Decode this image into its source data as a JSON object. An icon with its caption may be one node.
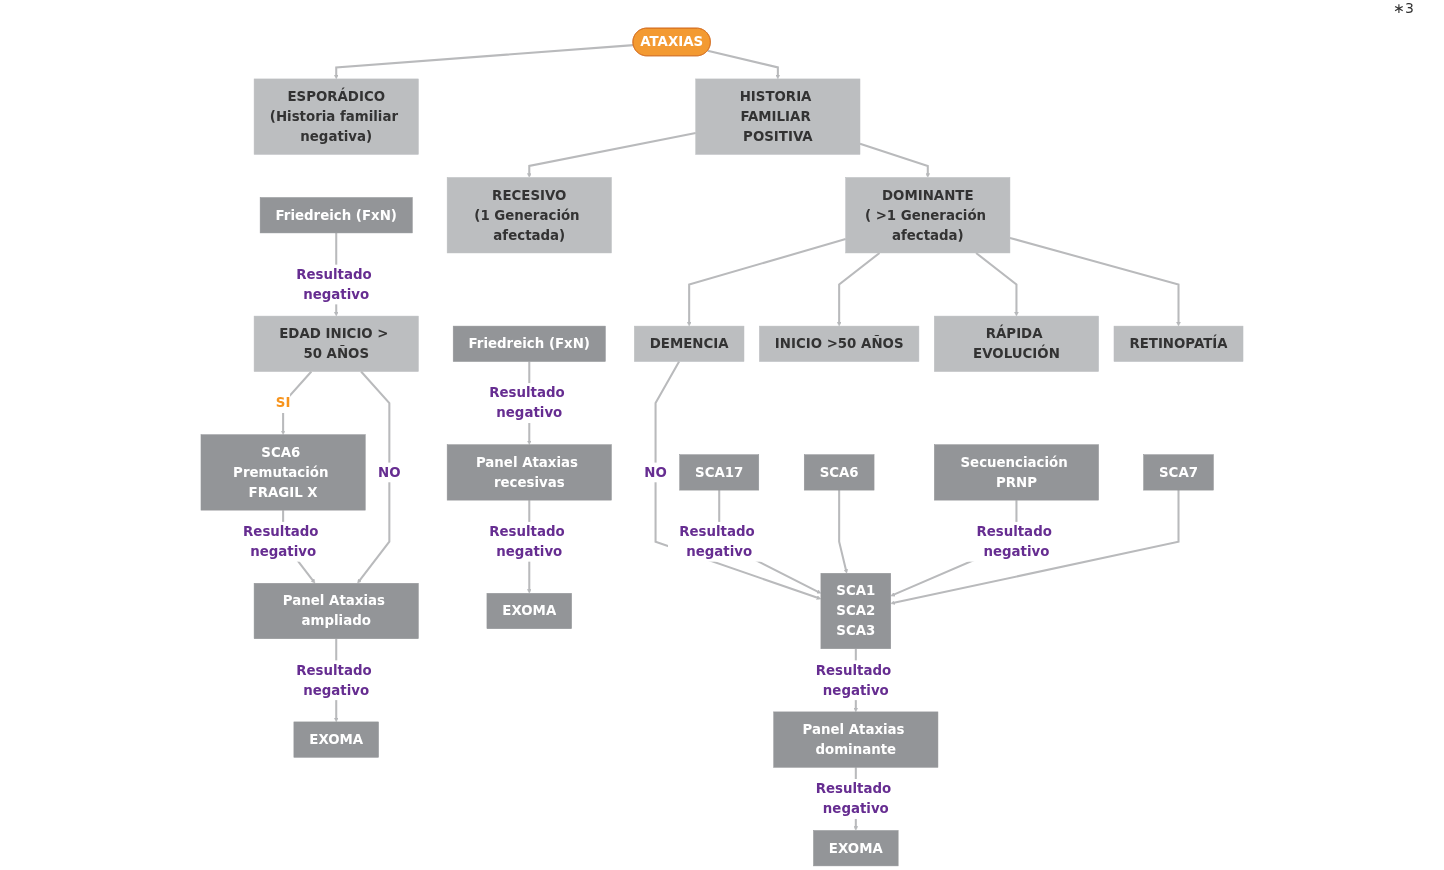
{
  "diagram": {
    "nodes": [
      {
        "text": [
          "ATAXIAS"
        ]
      },
      {
        "text": [
          "ESPORÁDICO",
          "(Historia familiar negativa)"
        ]
      },
      {
        "text": [
          "Friedreich (FxN)"
        ]
      },
      {
        "text": [
          "EDAD INICIO > 50 AÑOS"
        ]
      },
      {
        "text": [
          "SCA6 Premutación FRAGIL X"
        ]
      },
      {
        "text": [
          "Panel Ataxias ampliado"
        ]
      },
      {
        "text": [
          "EXOMA"
        ]
      },
      {
        "text": [
          "HISTORIA FAMILIAR POSITIVA"
        ]
      },
      {
        "text": [
          "RECESIVO",
          "(1 Generación afectada)"
        ]
      },
      {
        "text": [
          "Friedreich (FxN)"
        ]
      },
      {
        "text": [
          "Panel Ataxias recesivas"
        ]
      },
      {
        "text": [
          "EXOMA"
        ]
      },
      {
        "text": [
          "DOMINANTE",
          "( >1 Generación afectada)"
        ]
      },
      {
        "text": [
          "DEMENCIA"
        ]
      },
      {
        "text": [
          "INICIO >50 AÑOS"
        ]
      },
      {
        "text": [
          "RÁPIDA EVOLUCIÓN"
        ]
      },
      {
        "text": [
          "RETINOPATÍA"
        ]
      },
      {
        "text": [
          "SCA17"
        ]
      },
      {
        "text": [
          "SCA6"
        ]
      },
      {
        "text": [
          "Secuenciación PRNP"
        ]
      },
      {
        "text": [
          "SCA7"
        ]
      },
      {
        "text": [
          "SCA1",
          "SCA2",
          "SCA3"
        ]
      },
      {
        "text": [
          "Panel Ataxias dominante"
        ]
      },
      {
        "text": [
          "EXOMA"
        ]
      }
    ],
    "edges": [
      {
        "from": 0,
        "to": 1,
        "arrow": "to"
      },
      {
        "from": 0,
        "to": 7,
        "arrow": "to"
      },
      {
        "from": 2,
        "to": 3,
        "arrow": "to",
        "label": "Resultado negativo"
      },
      {
        "from": 3,
        "to": 4,
        "arrow": "to",
        "label": "SI"
      },
      {
        "from": 3,
        "to": 5,
        "arrow": "to",
        "label": "NO"
      },
      {
        "from": 4,
        "to": 5,
        "arrow": "to",
        "label": "Resultado negativo"
      },
      {
        "from": 5,
        "to": 6,
        "arrow": "to",
        "label": "Resultado negativo"
      },
      {
        "from": 7,
        "to": 8,
        "arrow": "to"
      },
      {
        "from": 7,
        "to": 12,
        "arrow": "to"
      },
      {
        "from": 9,
        "to": 10,
        "arrow": "to",
        "label": "Resultado negativo"
      },
      {
        "from": 10,
        "to": 11,
        "arrow": "to",
        "label": "Resultado negativo"
      },
      {
        "from": 12,
        "to": 13,
        "arrow": "to"
      },
      {
        "from": 12,
        "to": 14,
        "arrow": "to"
      },
      {
        "from": 12,
        "to": 15,
        "arrow": "to"
      },
      {
        "from": 12,
        "to": 16,
        "arrow": "to"
      },
      {
        "from": 17,
        "to": 21,
        "arrow": "to",
        "label": "Resultado negativo"
      },
      {
        "from": 18,
        "to": 21,
        "arrow": "to"
      },
      {
        "from": 19,
        "to": 21,
        "arrow": "to",
        "label": "Resultado negativo"
      },
      {
        "from": 20,
        "to": 21,
        "arrow": "to"
      },
      {
        "from": 13,
        "to": 21,
        "arrow": "to",
        "label": "NO"
      },
      {
        "from": 21,
        "to": 22,
        "arrow": "to",
        "label": "Resultado negativo"
      },
      {
        "from": 22,
        "to": 23,
        "arrow": "to",
        "label": "Resultado negativo"
      }
    ],
    "labels": [
      "∗3"
    ]
  }
}
